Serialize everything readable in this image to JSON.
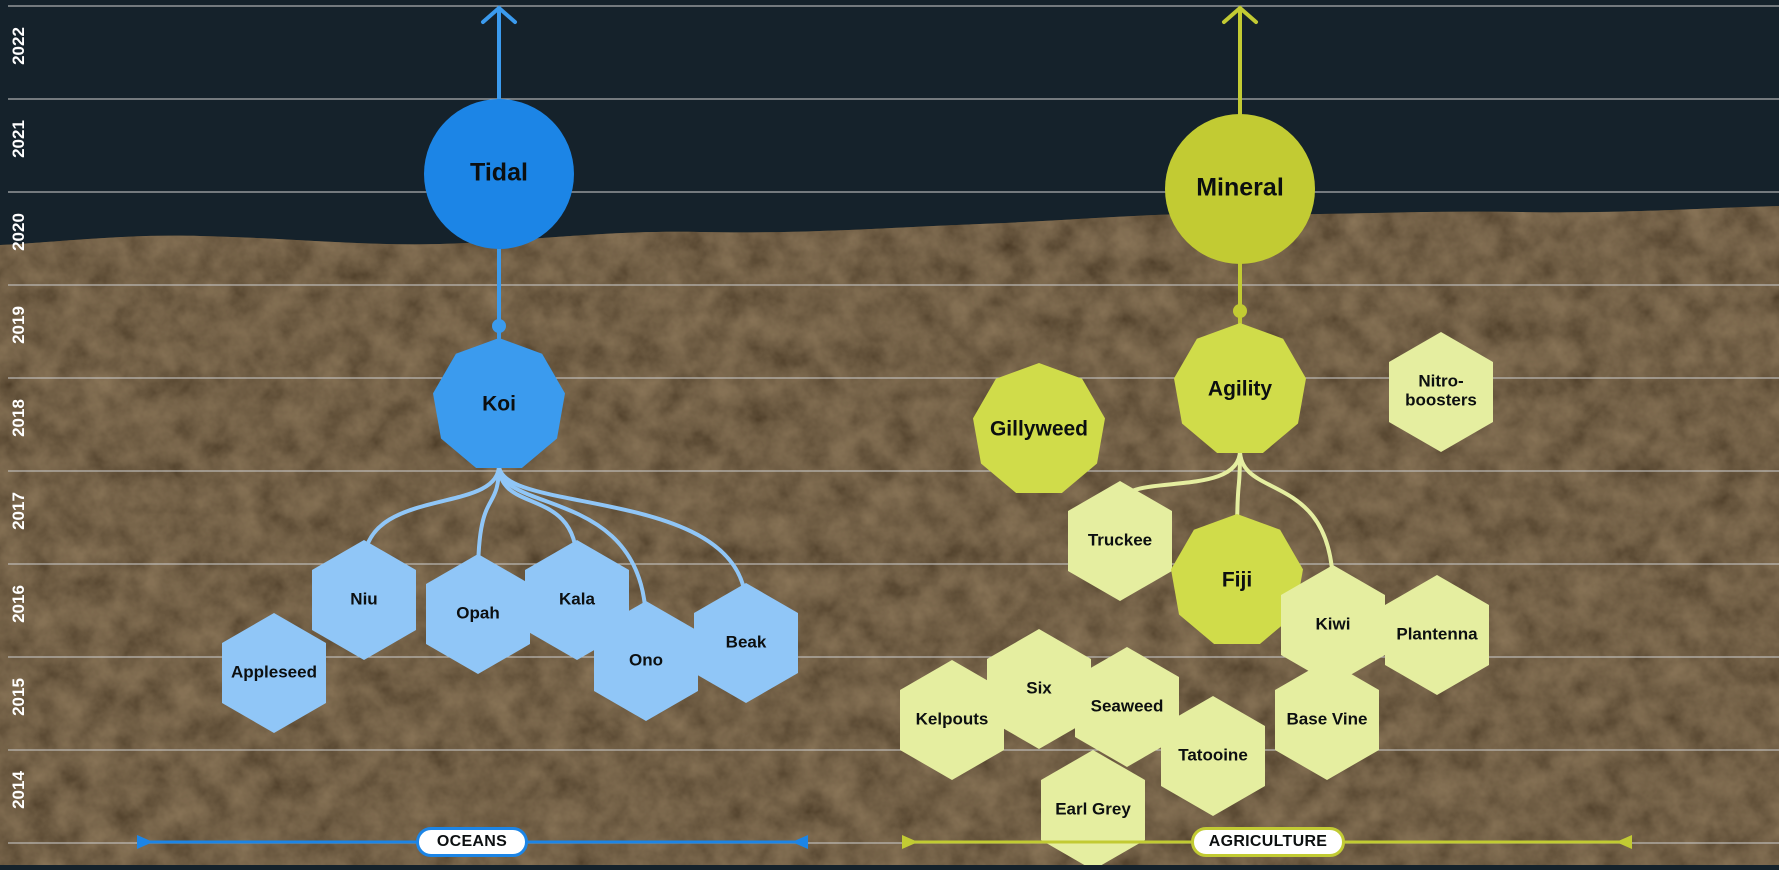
{
  "title": "",
  "years": [
    "2022",
    "2021",
    "2020",
    "2019",
    "2018",
    "2017",
    "2016",
    "2015",
    "2014"
  ],
  "colors": {
    "ocean": "#1c85e6",
    "ocean_mid": "#3b9bee",
    "ocean_light": "#90c6f7",
    "agri": "#c2cb33",
    "agri_mid": "#d0dc4a",
    "agri_light": "#e5eea0",
    "sky": "#15222b",
    "ground": "#5a4325",
    "grid": "#c8c8c8"
  },
  "groups": [
    {
      "id": "oceans",
      "label": "OCEANS"
    },
    {
      "id": "agriculture",
      "label": "AGRICULTURE"
    }
  ],
  "nodes": [
    {
      "id": "tidal",
      "label": "Tidal",
      "group": "oceans",
      "tier": "moonshot",
      "year": 2020.8
    },
    {
      "id": "koi",
      "label": "Koi",
      "group": "oceans",
      "tier": "project",
      "year": 2018.2
    },
    {
      "id": "niu",
      "label": "Niu",
      "group": "oceans",
      "tier": "concept",
      "year": 2016.2
    },
    {
      "id": "opah",
      "label": "Opah",
      "group": "oceans",
      "tier": "concept",
      "year": 2016.0
    },
    {
      "id": "kala",
      "label": "Kala",
      "group": "oceans",
      "tier": "concept",
      "year": 2016.2
    },
    {
      "id": "ono",
      "label": "Ono",
      "group": "oceans",
      "tier": "concept",
      "year": 2015.5
    },
    {
      "id": "beak",
      "label": "Beak",
      "group": "oceans",
      "tier": "concept",
      "year": 2015.8
    },
    {
      "id": "appleseed",
      "label": "Appleseed",
      "group": "oceans",
      "tier": "concept",
      "year": 2015.6
    },
    {
      "id": "mineral",
      "label": "Mineral",
      "group": "agriculture",
      "tier": "moonshot",
      "year": 2020.6
    },
    {
      "id": "agility",
      "label": "Agility",
      "group": "agriculture",
      "tier": "project",
      "year": 2018.4
    },
    {
      "id": "gillyweed",
      "label": "Gillyweed",
      "group": "agriculture",
      "tier": "project",
      "year": 2018.0
    },
    {
      "id": "nitroboosters",
      "label": "Nitro-\nboosters",
      "group": "agriculture",
      "tier": "concept",
      "year": 2018.4
    },
    {
      "id": "truckee",
      "label": "Truckee",
      "group": "agriculture",
      "tier": "concept",
      "year": 2016.8
    },
    {
      "id": "fiji",
      "label": "Fiji",
      "group": "agriculture",
      "tier": "project",
      "year": 2016.4
    },
    {
      "id": "kiwi",
      "label": "Kiwi",
      "group": "agriculture",
      "tier": "concept",
      "year": 2015.9
    },
    {
      "id": "plantenna",
      "label": "Plantenna",
      "group": "agriculture",
      "tier": "concept",
      "year": 2015.8
    },
    {
      "id": "kelpouts",
      "label": "Kelpouts",
      "group": "agriculture",
      "tier": "concept",
      "year": 2014.8
    },
    {
      "id": "six",
      "label": "Six",
      "group": "agriculture",
      "tier": "concept",
      "year": 2015.1
    },
    {
      "id": "seaweed",
      "label": "Seaweed",
      "group": "agriculture",
      "tier": "concept",
      "year": 2014.9
    },
    {
      "id": "tatooine",
      "label": "Tatooine",
      "group": "agriculture",
      "tier": "concept",
      "year": 2014.5
    },
    {
      "id": "basevine",
      "label": "Base Vine",
      "group": "agriculture",
      "tier": "concept",
      "year": 2014.8
    },
    {
      "id": "earlgrey",
      "label": "Earl Grey",
      "group": "agriculture",
      "tier": "concept",
      "year": 2014.2
    }
  ],
  "edges": [
    {
      "from": "koi",
      "to": "tidal"
    },
    {
      "from": "niu",
      "to": "koi"
    },
    {
      "from": "opah",
      "to": "koi"
    },
    {
      "from": "kala",
      "to": "koi"
    },
    {
      "from": "ono",
      "to": "koi"
    },
    {
      "from": "beak",
      "to": "koi"
    },
    {
      "from": "agility",
      "to": "mineral"
    },
    {
      "from": "truckee",
      "to": "agility"
    },
    {
      "from": "fiji",
      "to": "agility"
    },
    {
      "from": "kiwi",
      "to": "agility"
    }
  ]
}
